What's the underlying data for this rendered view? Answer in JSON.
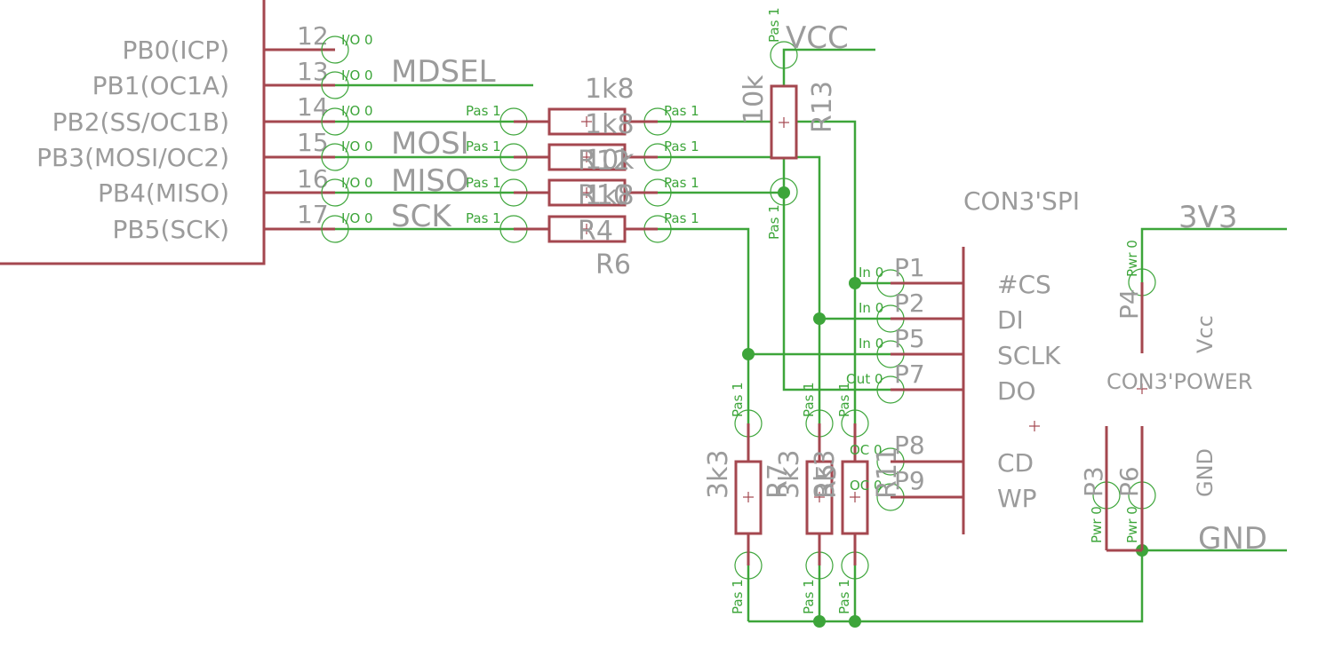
{
  "mcu": {
    "pins": [
      {
        "name": "PB0(ICP)",
        "num": "12",
        "dir": "I/O 0"
      },
      {
        "name": "PB1(OC1A)",
        "num": "13",
        "dir": "I/O 0"
      },
      {
        "name": "PB2(SS/OC1B)",
        "num": "14",
        "dir": "I/O 0"
      },
      {
        "name": "PB3(MOSI/OC2)",
        "num": "15",
        "dir": "I/O 0"
      },
      {
        "name": "PB4(MISO)",
        "num": "16",
        "dir": "I/O 0"
      },
      {
        "name": "PB5(SCK)",
        "num": "17",
        "dir": "I/O 0"
      }
    ]
  },
  "nets": {
    "mdsel": "MDSEL",
    "mosi": "MOSI",
    "miso": "MISO",
    "sck": "SCK",
    "vcc": "VCC",
    "v3v3": "3V3",
    "gnd": "GND"
  },
  "resistors": {
    "top_values": [
      "1k8",
      "1k8",
      "10k",
      "1k8"
    ],
    "top_names": [
      "R12",
      "R10",
      "R4",
      "R6"
    ],
    "r13": {
      "value": "10k",
      "name": "R13"
    },
    "bottom": [
      {
        "value": "3k3",
        "name": "R7"
      },
      {
        "value": "3k3",
        "name": "R5"
      },
      {
        "value": "3k3",
        "name": "R11"
      }
    ],
    "pas": "Pas 1"
  },
  "con_spi": {
    "title": "CON3'SPI",
    "pins": [
      {
        "pin": "P1",
        "dir": "In 0",
        "signal": "#CS"
      },
      {
        "pin": "P2",
        "dir": "In 0",
        "signal": "DI"
      },
      {
        "pin": "P5",
        "dir": "In 0",
        "signal": "SCLK"
      },
      {
        "pin": "P7",
        "dir": "Out 0",
        "signal": "DO"
      },
      {
        "pin": "P8",
        "dir": "OC 0",
        "signal": "CD"
      },
      {
        "pin": "P9",
        "dir": "OC 0",
        "signal": "WP"
      }
    ]
  },
  "con_power": {
    "title": "CON3'POWER",
    "vcc_label": "Vcc",
    "gnd_label": "GND",
    "pins": [
      {
        "pin": "P4",
        "dir": "Pwr 0"
      },
      {
        "pin": "P3",
        "dir": "Pwr 0"
      },
      {
        "pin": "P6",
        "dir": "Pwr 0"
      }
    ]
  }
}
